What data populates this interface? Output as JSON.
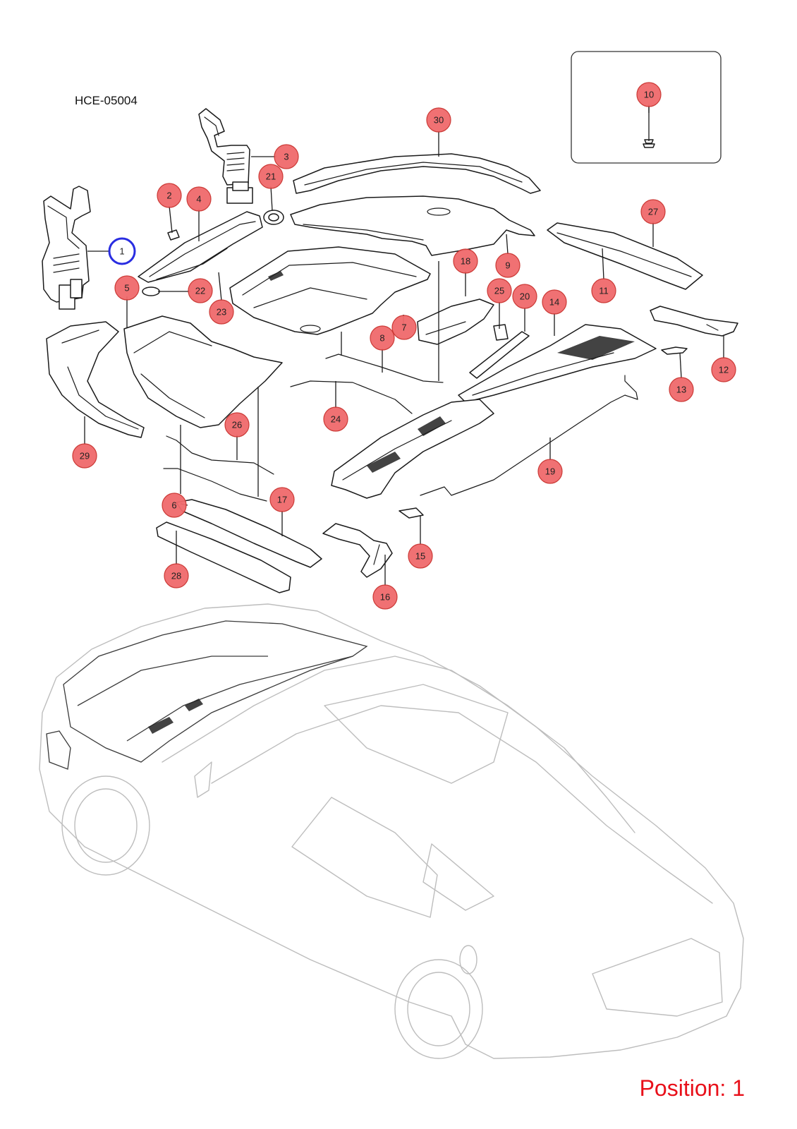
{
  "diagram_code": "HCE-05004",
  "position_label": "Position: 1",
  "selected_callout": "1",
  "callouts": [
    {
      "label": "1",
      "selected": true
    },
    {
      "label": "2"
    },
    {
      "label": "3"
    },
    {
      "label": "4"
    },
    {
      "label": "5"
    },
    {
      "label": "6"
    },
    {
      "label": "7"
    },
    {
      "label": "8"
    },
    {
      "label": "9"
    },
    {
      "label": "10"
    },
    {
      "label": "11"
    },
    {
      "label": "12"
    },
    {
      "label": "13"
    },
    {
      "label": "14"
    },
    {
      "label": "15"
    },
    {
      "label": "16"
    },
    {
      "label": "17"
    },
    {
      "label": "18"
    },
    {
      "label": "19"
    },
    {
      "label": "20"
    },
    {
      "label": "21"
    },
    {
      "label": "22"
    },
    {
      "label": "23"
    },
    {
      "label": "24"
    },
    {
      "label": "25"
    },
    {
      "label": "26"
    },
    {
      "label": "27"
    },
    {
      "label": "28"
    },
    {
      "label": "29"
    },
    {
      "label": "30"
    }
  ],
  "colors": {
    "callout_fill": "#f06a6c",
    "selected_outline": "#1e22e0",
    "position_text": "#e8101a",
    "car_outline": "#bdbdbd"
  }
}
